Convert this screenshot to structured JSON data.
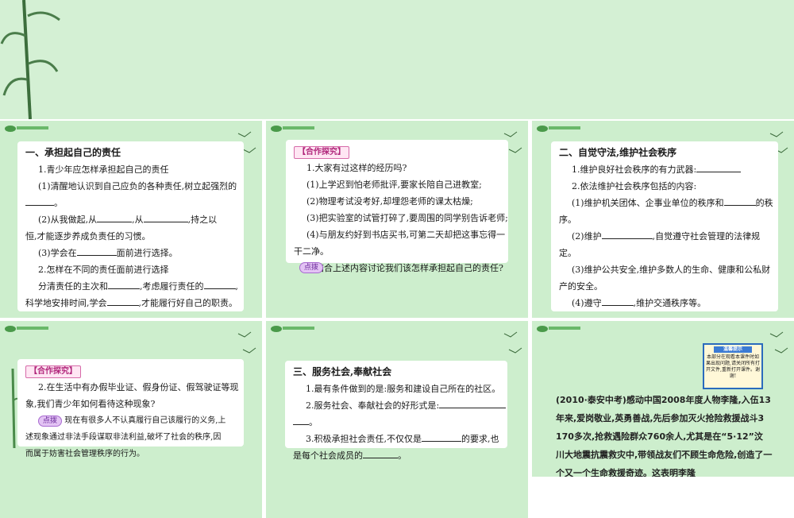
{
  "panel1": {
    "lines": [
      "一、承担起自己的责任",
      "1.青少年应怎样承担起自己的责任",
      "(1)清醒地认识到自己应负的各种责任,树立起强烈的",
      "。",
      "(2)从我做起,从",
      ",从",
      ",持之以",
      "恒,才能逐步养成负责任的习惯。",
      "(3)学会在",
      "面前进行选择。",
      "2.怎样在不同的责任面前进行选择",
      "分清责任的主次和",
      ",考虑履行责任的",
      ",",
      "科学地安排时间,学会",
      ",才能履行好自己的职责。"
    ]
  },
  "panel2": {
    "tag": "【合作探究】",
    "lines": [
      "1.大家有过这样的经历吗?",
      "(1)上学迟到怕老师批评,要家长陪自己进教室;",
      "(2)物理考试没考好,却埋怨老师的课太枯燥;",
      "(3)把实验室的试管打碎了,要周围的同学别告诉老师;",
      "(4)与朋友约好到书店买书,可第二天却把这事忘得一",
      "干二净。",
      "请结合上述内容讨论我们该怎样承担起自己的责任?"
    ],
    "button": "点拨"
  },
  "panel3": {
    "lines": [
      "二、自觉守法,维护社会秩序",
      "1.维护良好社会秩序的有力武器:",
      "2.依法维护社会秩序包括的内容:",
      "(1)维护机关团体、企事业单位的秩序和",
      "的秩",
      "序。",
      "(2)维护",
      ",自觉遵守社会管理的法律规",
      "定。",
      "(3)维护公共安全,维护多数人的生命、健康和公私财",
      "产的安全。",
      "(4)遵守",
      ",维护交通秩序等。"
    ]
  },
  "panel4": {
    "tag": "【合作探究】",
    "lines": [
      "2.在生活中有办假毕业证、假身份证、假驾驶证等现",
      "象,我们青少年如何看待这种现象?",
      "现在有很多人不认真履行自己该履行的义务,上",
      "述现象通过非法手段谋取非法利益,破坏了社会的秩序,因",
      "而属于妨害社会管理秩序的行为。"
    ],
    "button": "点拨"
  },
  "panel5": {
    "lines": [
      "三、服务社会,奉献社会",
      "1.最有条件做到的是:服务和建设自己所在的社区。",
      "2.服务社会、奉献社会的好形式是:",
      "。",
      "3.积极承担社会责任,不仅仅是",
      "的要求,也",
      "是每个社会成员的",
      "。"
    ]
  },
  "panel6": {
    "hint_title": "温馨提示",
    "hint_text": "本部分在观看本课件时如果出现问题,请关闭所有打开文件,重新打开课件。谢谢!",
    "story_lines": [
      "(2010·泰安中考)感动中国2008年度人物李隆,入伍13",
      "年来,爱岗敬业,英勇善战,先后参加灭火抢险救援战斗3",
      "170多次,抢救遇险群众760余人,尤其是在“5·12”汶",
      "川大地震抗震救灾中,带领战友们不顾生命危险,创造了一",
      "个又一个生命救援奇迹。这表明李隆"
    ]
  },
  "colors": {
    "background": "#cdeecd",
    "hero": "#d4f0d4",
    "card": "#ffffff",
    "tag": "#b0267b"
  }
}
